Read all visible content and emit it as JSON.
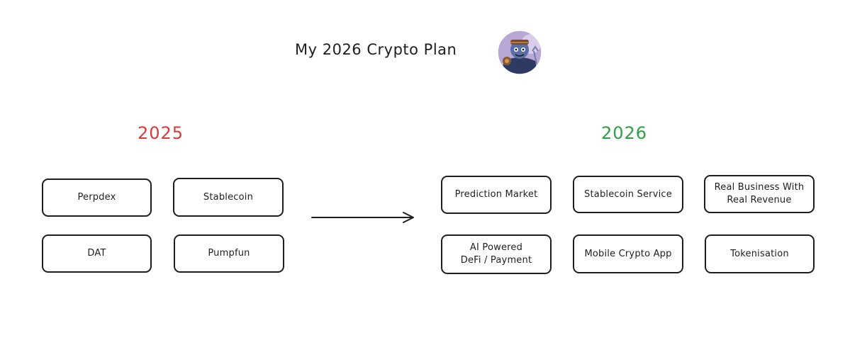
{
  "title": "My 2026 Crypto Plan",
  "avatar_icon": "character-avatar-icon",
  "columns": {
    "left": {
      "year": "2025",
      "color": "#d93a3a",
      "items": [
        "Perpdex",
        "Stablecoin",
        "DAT",
        "Pumpfun"
      ]
    },
    "right": {
      "year": "2026",
      "color": "#2f9e44",
      "items": [
        "Prediction Market",
        "Stablecoin Service",
        "Real Business With\nReal Revenue",
        "AI Powered\nDeFi / Payment",
        "Mobile Crypto App",
        "Tokenisation"
      ]
    }
  },
  "arrow_icon": "right-arrow-icon"
}
